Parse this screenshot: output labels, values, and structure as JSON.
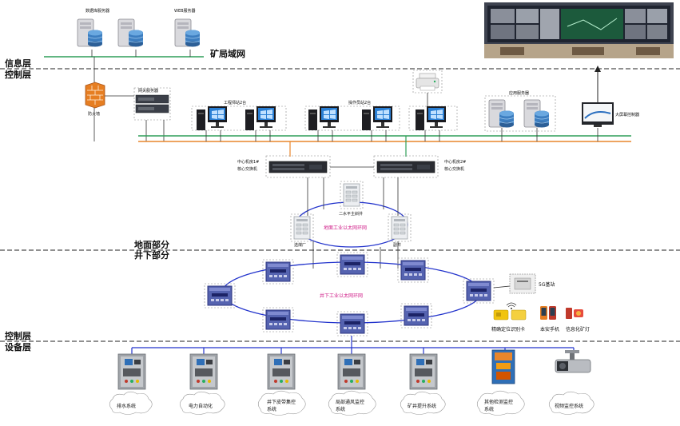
{
  "layers": {
    "info": "信息层",
    "control": "控制层",
    "ground": "地面部分",
    "underground": "井下部分",
    "control2": "控制层",
    "device": "设备层"
  },
  "top": {
    "db_server": "数据库服务器",
    "web_server": "WEB服务器",
    "lan": "矿局域网",
    "firewall": "防火墙",
    "gateway_server": "网关服务器",
    "eng_station": "工程师站2台",
    "op_station": "操作员站2台",
    "app_server": "应用服务器",
    "wall_controller": "大屏幕控制器"
  },
  "core": {
    "switch1": "中心机房1#核心交换机",
    "switch2": "中心机房2#核心交换机",
    "site_shaft": "二水平主斜井",
    "site_plant": "选煤厂",
    "site_other": "副井",
    "ground_ring": "地面工业以太网环网",
    "underground_ring": "井下工业以太网环网"
  },
  "wireless": {
    "base_station": "5G基站",
    "dev1": "精确定位识别卡",
    "dev2": "本安手机",
    "dev3": "信息化矿灯"
  },
  "systems": [
    {
      "label": "排水系统"
    },
    {
      "label": "电力自动化"
    },
    {
      "label": "井下皮带集控系统"
    },
    {
      "label": "局部通风监控系统"
    },
    {
      "label": "矿井提升系统"
    },
    {
      "label": "其他检测监控系统"
    },
    {
      "label": "视频监控系统"
    }
  ],
  "colors": {
    "lan_green": "#2e9e58",
    "orange": "#e8862c",
    "ring_blue": "#2233cc",
    "module_blue": "#4b5aa8"
  },
  "icons": {
    "server": "server-icon",
    "firewall": "firewall-icon",
    "workstation": "workstation-icon",
    "printer": "printer-icon",
    "switch": "switch-icon",
    "module": "ring-switch-icon",
    "cabinet": "cabinet-icon",
    "camera": "camera-icon"
  }
}
